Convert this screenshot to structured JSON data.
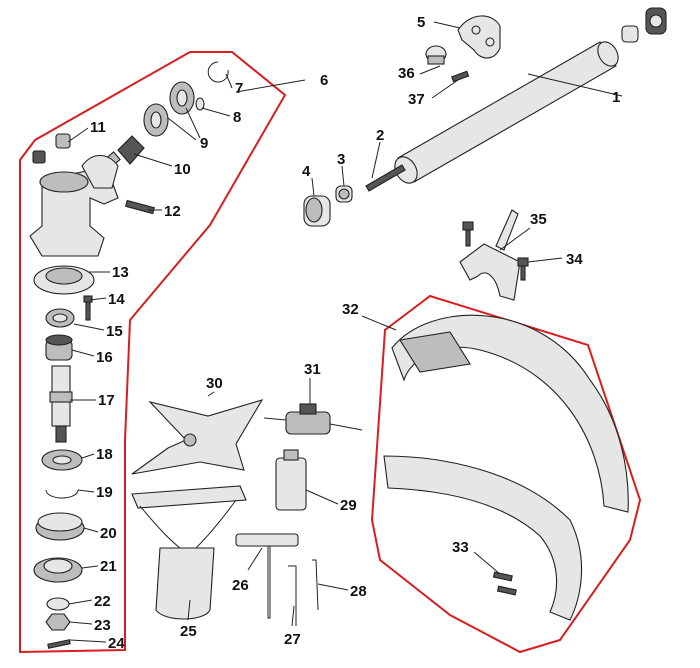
{
  "labels": {
    "p1": "1",
    "p2": "2",
    "p3": "3",
    "p4": "4",
    "p5": "5",
    "p6": "6",
    "p7": "7",
    "p8": "8",
    "p9": "9",
    "p10": "10",
    "p11": "11",
    "p12": "12",
    "p13": "13",
    "p14": "14",
    "p15": "15",
    "p16": "16",
    "p17": "17",
    "p18": "18",
    "p19": "19",
    "p20": "20",
    "p21": "21",
    "p22": "22",
    "p23": "23",
    "p24": "24",
    "p25": "25",
    "p26": "26",
    "p27": "27",
    "p28": "28",
    "p29": "29",
    "p30": "30",
    "p31": "31",
    "p32": "32",
    "p33": "33",
    "p34": "34",
    "p35": "35",
    "p36": "36",
    "p37": "37"
  },
  "colors": {
    "group_outline": "#d81e1e",
    "line_art": "#222222",
    "background": "#ffffff"
  }
}
